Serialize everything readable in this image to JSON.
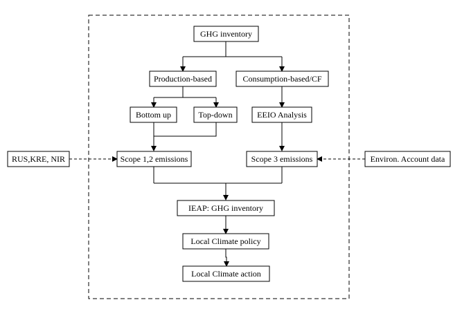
{
  "nodes": {
    "ghg_inventory": "GHG inventory",
    "production_based": "Production-based",
    "consumption_based": "Consumption-based/CF",
    "bottom_up": "Bottom up",
    "top_down": "Top-down",
    "eeio_analysis": "EEIO Analysis",
    "external_sources": "RUS,KRE, NIR",
    "scope12": "Scope 1,2 emissions",
    "scope3": "Scope 3 emissions",
    "environ_account": "Environ. Account data",
    "ieap": "IEAP: GHG inventory",
    "local_policy": "Local Climate policy",
    "local_action": "Local Climate action"
  },
  "colors": {
    "stroke": "#000000",
    "fill": "#ffffff"
  }
}
